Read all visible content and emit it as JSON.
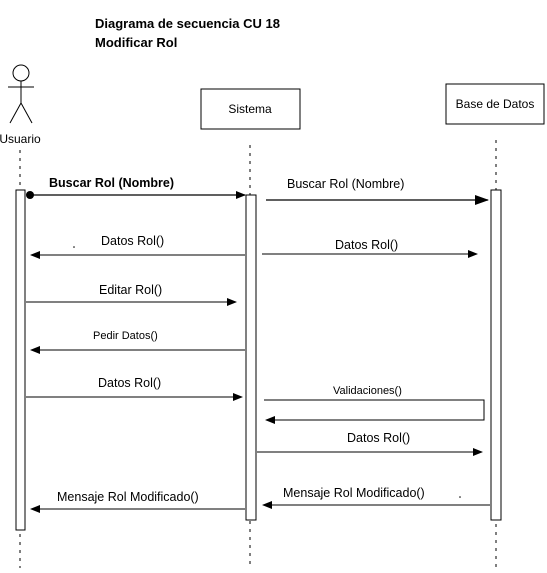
{
  "title": {
    "line1": "Diagrama de secuencia CU 18",
    "line2": "Modificar Rol"
  },
  "participants": {
    "actor": "Usuario",
    "system": "Sistema",
    "database": "Base de Datos"
  },
  "messages": {
    "m1": "Buscar Rol (Nombre)",
    "m2": "Buscar Rol (Nombre)",
    "m3": "Datos Rol()",
    "m4": "Datos Rol()",
    "m5": "Editar Rol()",
    "m6": "Pedir Datos()",
    "m7": "Datos Rol()",
    "m8": "Validaciones()",
    "m9": "Datos Rol()",
    "m10": "Mensaje Rol Modificado()",
    "m11": "Mensaje Rol Modificado()"
  }
}
